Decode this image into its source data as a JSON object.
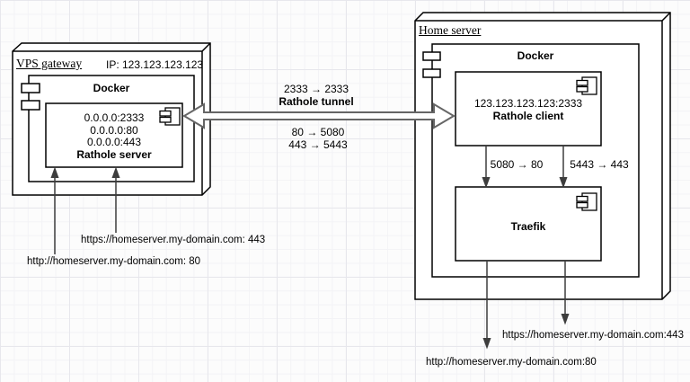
{
  "vps": {
    "title": "VPS gateway",
    "ip": "IP: 123.123.123.123",
    "docker_label": "Docker",
    "rathole_server": {
      "line1": "0.0.0.0:2333",
      "line2": "0.0.0.0:80",
      "line3": "0.0.0.0:443",
      "name": "Rathole server"
    },
    "incoming": {
      "https": "https://homeserver.my-domain.com: 443",
      "http": "http://homeserver.my-domain.com: 80"
    }
  },
  "tunnel": {
    "ports_top": "2333 → 2333",
    "label": "Rathole tunnel",
    "ports_http": "80 → 5080",
    "ports_https": "443 → 5443"
  },
  "home": {
    "title": "Home server",
    "docker_label": "Docker",
    "rathole_client": {
      "address": "123.123.123.123:2333",
      "name": "Rathole client"
    },
    "traefik_label": "Traefik",
    "forward_http": "5080 → 80",
    "forward_https": "5443 → 443",
    "outgoing": {
      "https": "https://homeserver.my-domain.com:443",
      "http": "http://homeserver.my-domain.com:80"
    }
  },
  "icons": {
    "uml_component": "component-icon (rectangle with two side tabs)",
    "docker_node_tabs": "component-tabs-icon"
  },
  "colors": {
    "stroke": "#000000",
    "connector": "#3d3d3d",
    "tunnel_stroke": "#666666",
    "shape_fill": "#ffffff",
    "background": "#fcfcfc",
    "grid_minor": "#f3f3f6",
    "grid_major": "#e7e7ec"
  }
}
